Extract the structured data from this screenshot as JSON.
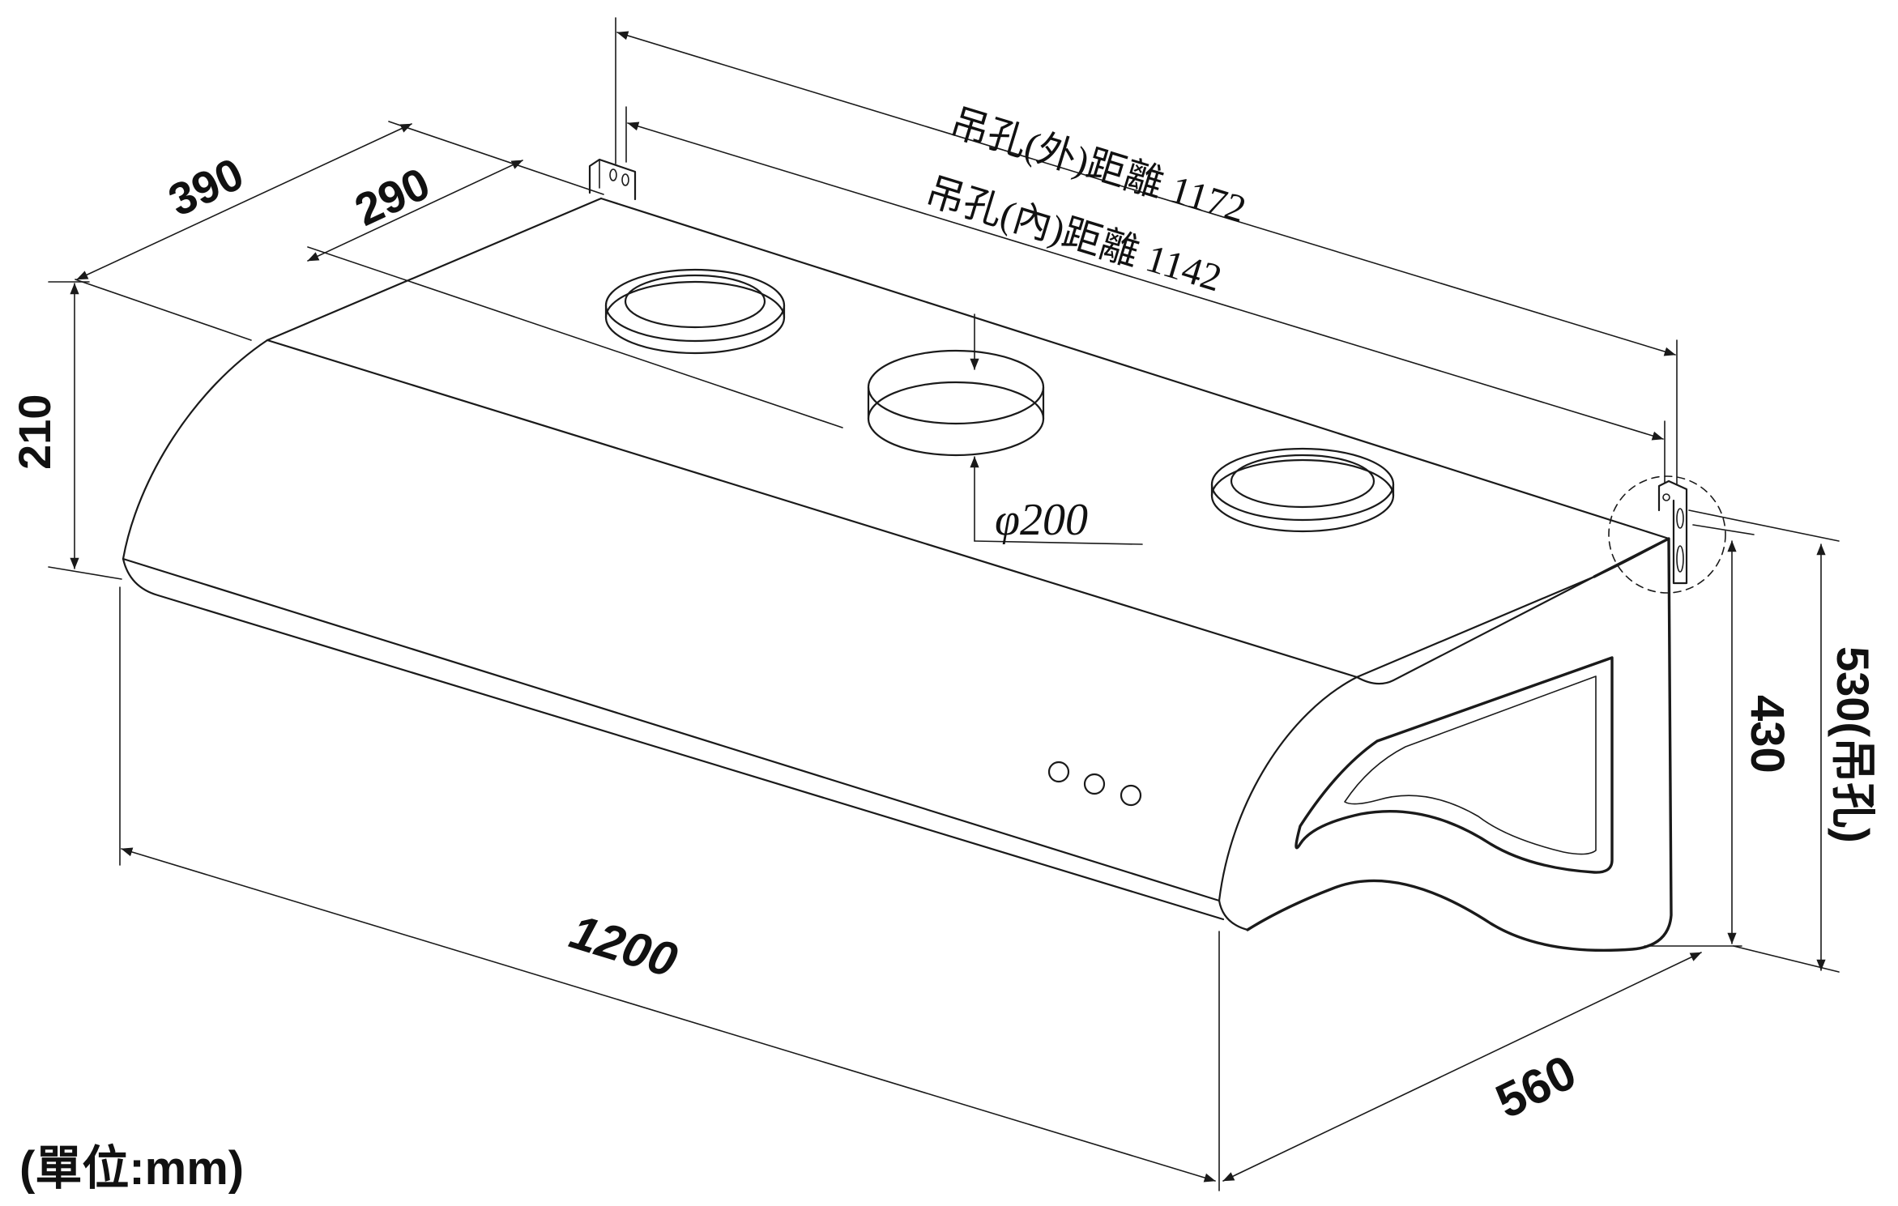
{
  "labels": {
    "outer_hole_distance": "吊孔(外)距離 1172",
    "inner_hole_distance": "吊孔(內)距離 1142",
    "duct_diameter": "φ200",
    "width": "1200",
    "depth_top_390": "390",
    "depth_top_290": "290",
    "depth_bottom": "560",
    "height_front": "210",
    "height_side": "430",
    "height_hanging": "530(吊孔)",
    "unit": "(單位:mm)"
  },
  "colors": {
    "line": "#1a1a1a",
    "text": "#111111",
    "background": "#ffffff"
  }
}
